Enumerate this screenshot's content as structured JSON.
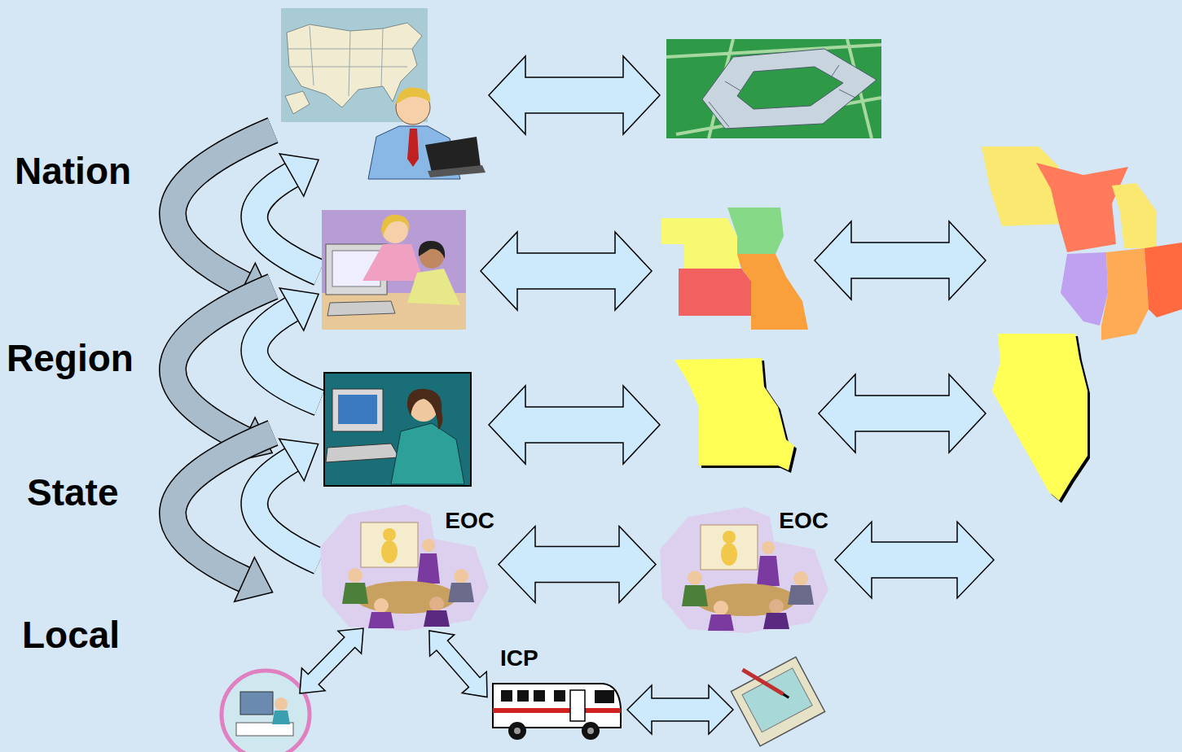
{
  "diagram": {
    "nodes": [
      {
        "text": [
          "EOC"
        ]
      },
      {
        "text": [
          "EOC"
        ]
      },
      {
        "text": [
          "ICP"
        ]
      }
    ],
    "edges": [
      {
        "from": 0,
        "to": 1,
        "arrow": "both"
      },
      {
        "from": 0,
        "to": 2,
        "arrow": "both"
      }
    ],
    "labels": [
      "Nation",
      "Region",
      "State",
      "Local"
    ]
  }
}
